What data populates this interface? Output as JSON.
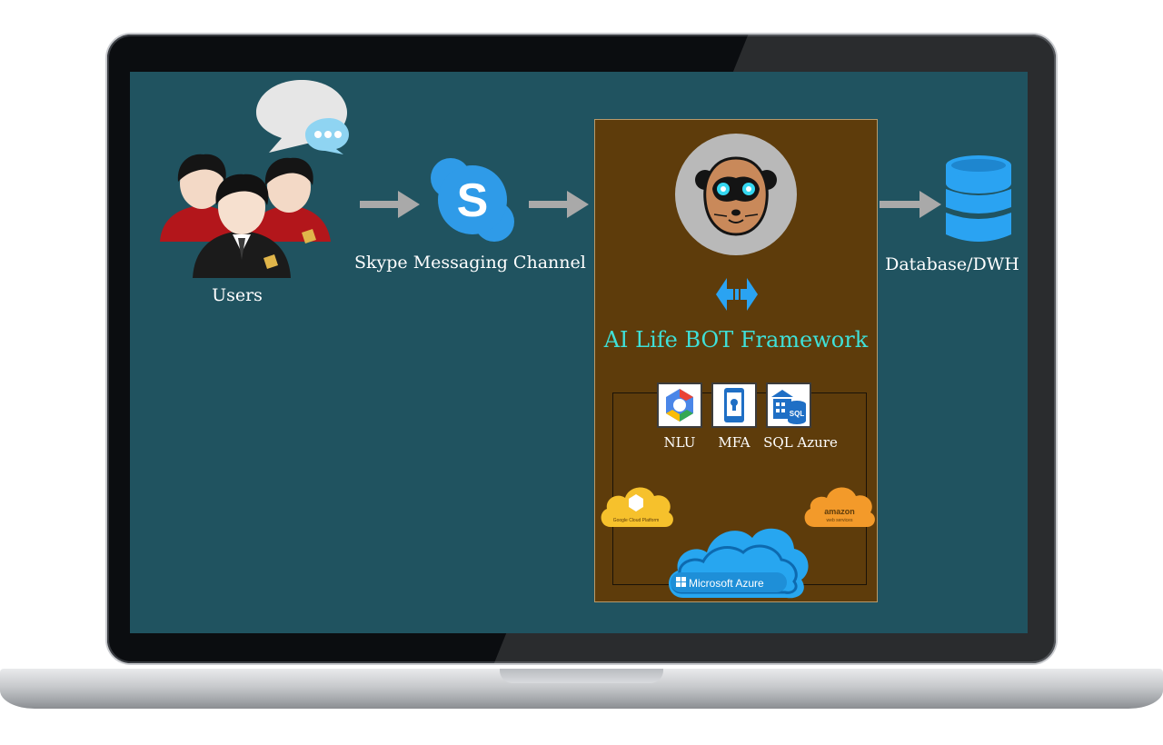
{
  "diagram": {
    "users_label": "Users",
    "channel_label": "Skype Messaging Channel",
    "database_label": "Database/DWH",
    "framework_title": "AI Life BOT Framework",
    "services": [
      {
        "label": "NLU",
        "icon": "google-cloud-icon"
      },
      {
        "label": "MFA",
        "icon": "mobile-lock-icon"
      },
      {
        "label": "SQL Azure",
        "icon": "sql-azure-icon"
      }
    ],
    "clouds": [
      {
        "label": "Google Cloud Platform"
      },
      {
        "label": "amazon web services"
      },
      {
        "label": "Microsoft Azure"
      }
    ]
  },
  "colors": {
    "screen_bg": "#205360",
    "panel_bg": "#5e3c0b",
    "title": "#3fe0d8",
    "arrow": "#a9a9a9",
    "skype_blue": "#2f9be8",
    "db_blue": "#2aa3f2",
    "azure_blue": "#27a6f0",
    "gcp_yellow": "#f6c12c",
    "aws_orange": "#f39a2a"
  }
}
